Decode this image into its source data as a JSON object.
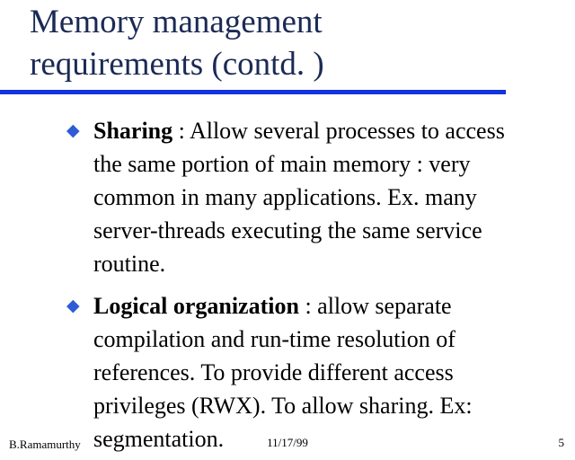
{
  "slide": {
    "title": {
      "lines": [
        "Memory management",
        "requirements (contd. )"
      ]
    },
    "bullet_glyph": "◆",
    "bullets": [
      {
        "lead": "Sharing",
        "first_rest": " : Allow several processes to access",
        "lines": [
          "the same portion of main memory : very",
          "common in many applications. Ex. many",
          "server-threads executing the same service",
          "routine."
        ]
      },
      {
        "lead": "Logical organization",
        "first_rest": " : allow separate",
        "lines": [
          "compilation and run-time resolution of",
          "references. To provide different access",
          "privileges (RWX). To allow sharing. Ex:",
          "segmentation."
        ]
      }
    ],
    "footer": {
      "author": "B.Ramamurthy",
      "date": "11/17/99",
      "page": "5"
    },
    "colors": {
      "title_text": "#1b2a55",
      "rule": "#1233dd",
      "bullet": "#2e5bd6",
      "body_text": "#000000",
      "background": "#ffffff"
    }
  }
}
